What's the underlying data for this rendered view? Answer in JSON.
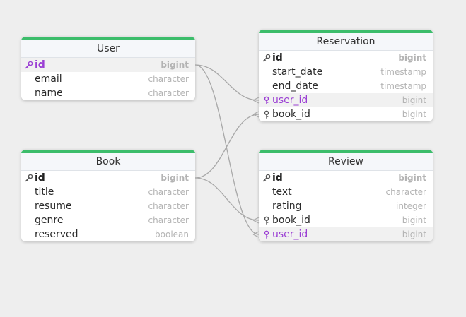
{
  "tables": [
    {
      "id": "user",
      "name": "User",
      "fields": [
        {
          "name": "id",
          "type": "bigint",
          "pk": true,
          "icon": "key-icon",
          "highlight": true,
          "accent": true
        },
        {
          "name": "email",
          "type": "character"
        },
        {
          "name": "name",
          "type": "character"
        }
      ]
    },
    {
      "id": "reservation",
      "name": "Reservation",
      "fields": [
        {
          "name": "id",
          "type": "bigint",
          "pk": true,
          "icon": "key-icon"
        },
        {
          "name": "start_date",
          "type": "timestamp"
        },
        {
          "name": "end_date",
          "type": "timestamp"
        },
        {
          "name": "user_id",
          "type": "bigint",
          "icon": "foreign-key-icon",
          "highlight": true,
          "accent": true
        },
        {
          "name": "book_id",
          "type": "bigint",
          "icon": "foreign-key-icon"
        }
      ]
    },
    {
      "id": "book",
      "name": "Book",
      "fields": [
        {
          "name": "id",
          "type": "bigint",
          "pk": true,
          "icon": "key-icon"
        },
        {
          "name": "title",
          "type": "character"
        },
        {
          "name": "resume",
          "type": "character"
        },
        {
          "name": "genre",
          "type": "character"
        },
        {
          "name": "reserved",
          "type": "boolean"
        }
      ]
    },
    {
      "id": "review",
      "name": "Review",
      "fields": [
        {
          "name": "id",
          "type": "bigint",
          "pk": true,
          "icon": "key-icon"
        },
        {
          "name": "text",
          "type": "character"
        },
        {
          "name": "rating",
          "type": "integer"
        },
        {
          "name": "book_id",
          "type": "bigint",
          "icon": "foreign-key-icon"
        },
        {
          "name": "user_id",
          "type": "bigint",
          "icon": "foreign-key-icon",
          "highlight": true,
          "accent": true
        }
      ]
    }
  ],
  "relations": [
    {
      "from": "user.id",
      "to": "reservation.user_id"
    },
    {
      "from": "user.id",
      "to": "review.user_id"
    },
    {
      "from": "book.id",
      "to": "reservation.book_id"
    },
    {
      "from": "book.id",
      "to": "review.book_id"
    }
  ],
  "colors": {
    "header_bar": "#3cbd6b",
    "accent_text": "#9b3fd4",
    "link": "#a8a8a8",
    "background": "#eeeeee"
  }
}
